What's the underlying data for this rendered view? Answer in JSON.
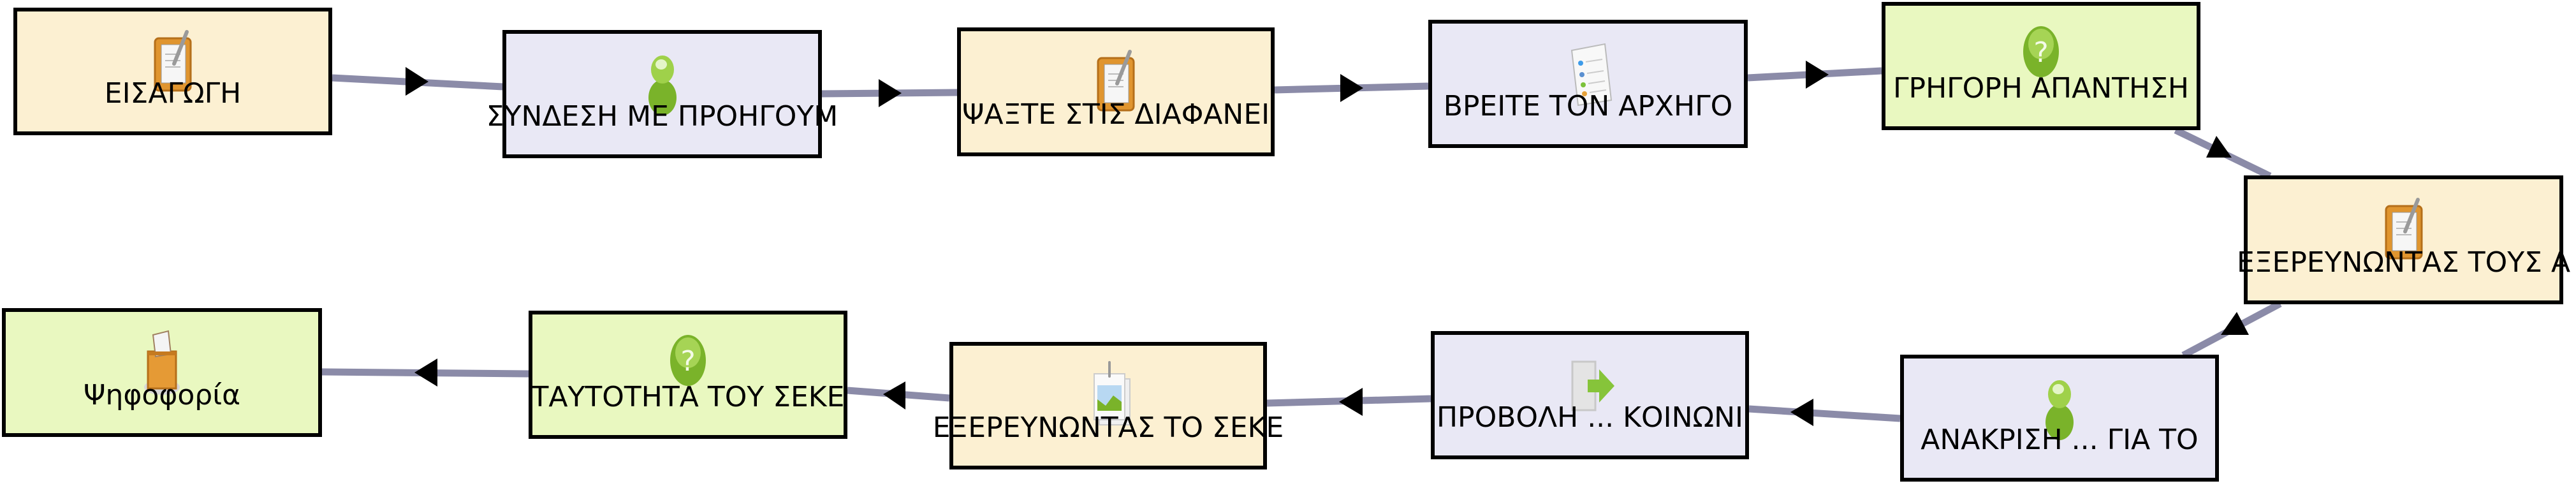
{
  "diagram": {
    "colors": {
      "activity": "#fcf0d2",
      "person": "#e9e8f5",
      "question": "#e9f8c0",
      "edge": "#8b8ba8",
      "arrow": "#000000"
    },
    "nodes": [
      {
        "label": "ΕΙΣΑΓΩΓΗ",
        "icon": "clipboard-icon",
        "type": "activity"
      },
      {
        "label": "ΣΥΝΔΕΣΗ ΜΕ ΠΡΟΗΓΟΥΜ",
        "icon": "person-icon",
        "type": "person"
      },
      {
        "label": "ΨΑΞΤΕ ΣΤΙΣ ΔΙΑΦΑΝΕΙ",
        "icon": "clipboard-icon",
        "type": "activity"
      },
      {
        "label": "ΒΡΕΙΤΕ ΤΟΝ ΑΡΧΗΓΟ",
        "icon": "list-document-icon",
        "type": "person"
      },
      {
        "label": "ΓΡΗΓΟΡΗ ΑΠΑΝΤΗΣΗ",
        "icon": "question-icon",
        "type": "question"
      },
      {
        "label": "ΕΞΕΡΕΥΝΩΝΤΑΣ ΤΟΥΣ Α",
        "icon": "clipboard-icon",
        "type": "activity"
      },
      {
        "label": "ΑΝΑΚΡΙΣΗ ... ΓΙΑ ΤΟ",
        "icon": "person-icon",
        "type": "person"
      },
      {
        "label": "ΠΡΟΒΟΛΗ ... ΚΟΙΝΩΝΙ",
        "icon": "export-arrow-icon",
        "type": "person"
      },
      {
        "label": "ΕΞΕΡΕΥΝΩΝΤΑΣ ΤΟ ΣΕΚΕ",
        "icon": "image-document-icon",
        "type": "activity"
      },
      {
        "label": "ΤΑΥΤΟΤΗΤΑ ΤΟΥ ΣΕΚΕ",
        "icon": "question-icon",
        "type": "question"
      },
      {
        "label": "Ψηφοφορία",
        "icon": "ballot-box-icon",
        "type": "question"
      }
    ]
  }
}
